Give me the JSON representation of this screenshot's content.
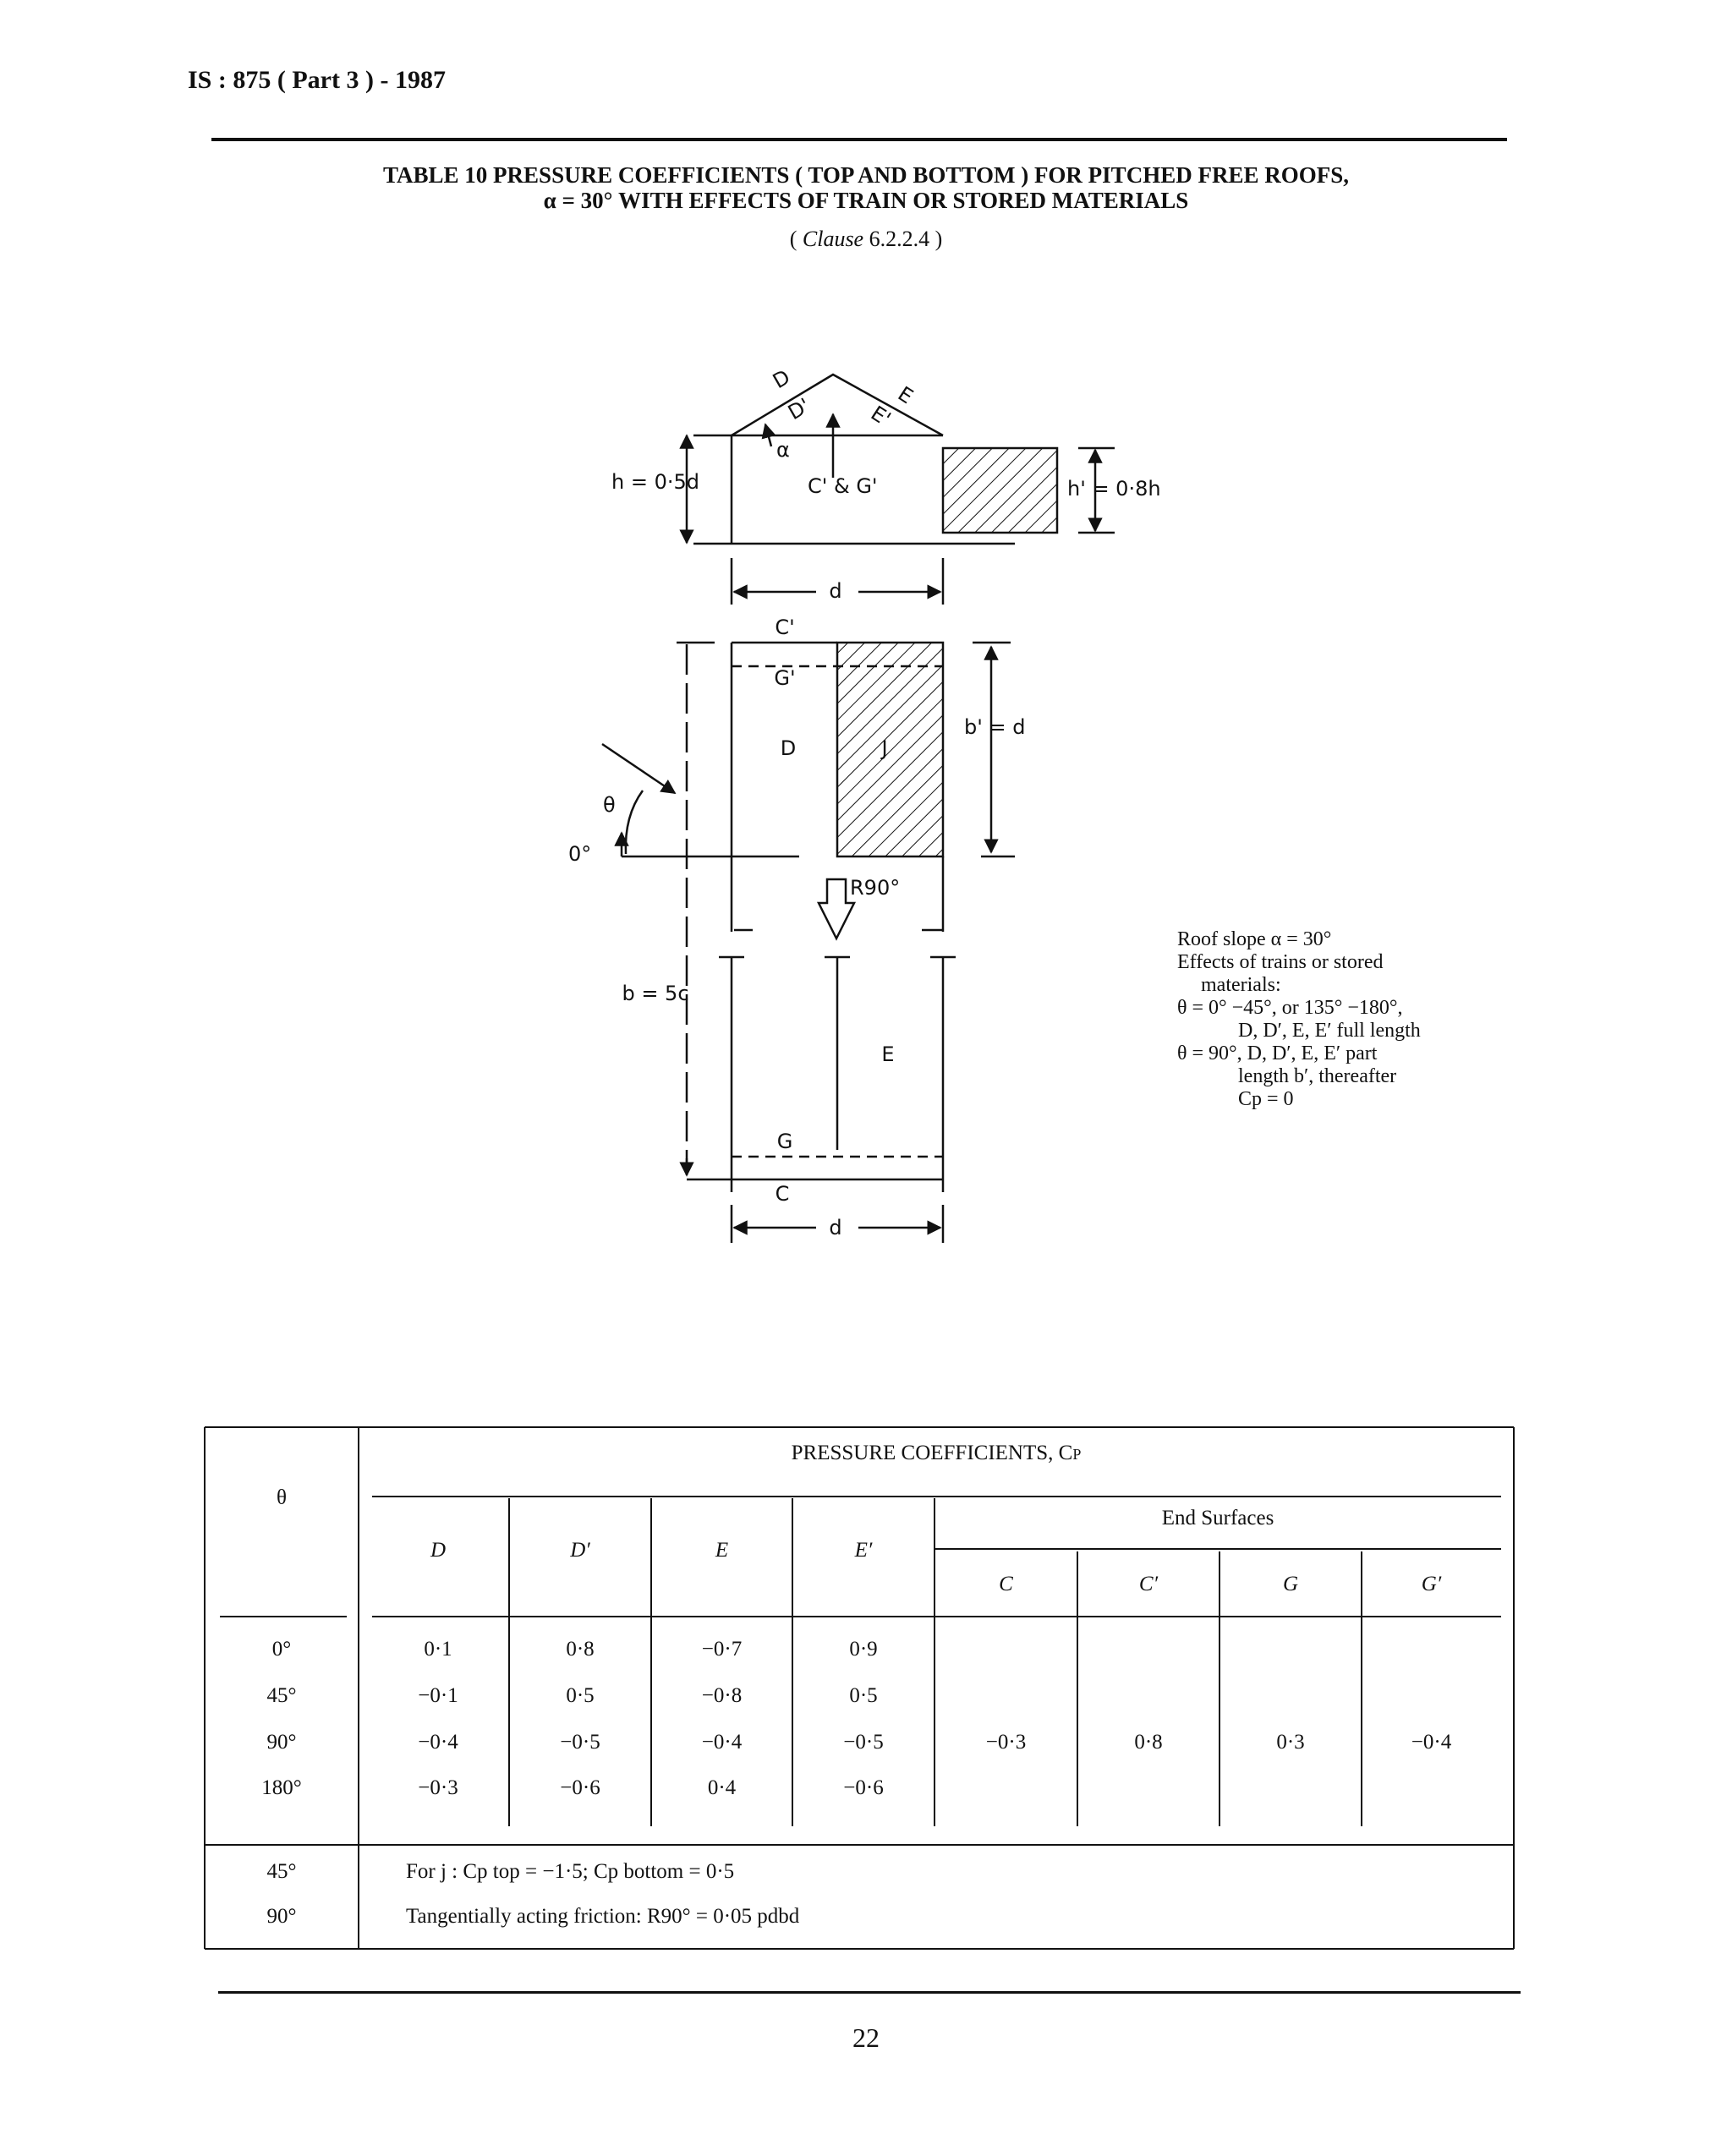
{
  "header": {
    "standard_ref": "IS : 875 ( Part 3 ) - 1987"
  },
  "title": {
    "line1": "TABLE 10  PRESSURE COEFFICIENTS ( TOP AND BOTTOM ) FOR PITCHED FREE ROOFS,",
    "line2": "α = 30° WITH EFFECTS OF TRAIN OR STORED MATERIALS",
    "clause_word": "Clause",
    "clause_number": "6.2.2.4"
  },
  "figure": {
    "labels": {
      "D": "D",
      "D_prime": "D'",
      "E": "E",
      "E_prime": "E'",
      "alpha": "α",
      "C_and_G": "C' & G'",
      "h": "h = 0·5d",
      "h_prime": "h' = 0·8h",
      "d": "d",
      "C_prime": "C'",
      "G_prime": "G'",
      "J": "J",
      "b_prime": "b' = d",
      "theta": "θ",
      "zero": "0°",
      "R90": "R90°",
      "b": "b = 5c",
      "G": "G",
      "C": "C"
    }
  },
  "notes": [
    "Roof slope α = 30°",
    "Effects  of  trains  or  stored",
    "materials:",
    "θ = 0° −45°,  or  135° −180°,",
    "D, D′, E, E′ full length",
    "θ = 90°,  D,  D′,  E,  E′  part",
    "length   b′,   thereafter",
    "Cp = 0"
  ],
  "table": {
    "theta_header": "θ",
    "group_header": "PRESSURE COEFFICIENTS, Cp",
    "end_surfaces_header": "End Surfaces",
    "columns": [
      "D",
      "D′",
      "E",
      "E′",
      "C",
      "C′",
      "G",
      "G′"
    ],
    "rows": [
      {
        "theta": "0°",
        "values": [
          "0·1",
          "0·8",
          "−0·7",
          "0·9"
        ]
      },
      {
        "theta": "45°",
        "values": [
          "−0·1",
          "0·5",
          "−0·8",
          "0·5"
        ]
      },
      {
        "theta": "90°",
        "values": [
          "−0·4",
          "−0·5",
          "−0·4",
          "−0·5"
        ]
      },
      {
        "theta": "180°",
        "values": [
          "−0·3",
          "−0·6",
          "0·4",
          "−0·6"
        ]
      }
    ],
    "end_surface_values": [
      "−0·3",
      "0·8",
      "0·3",
      "−0·4"
    ],
    "footer_rows": [
      {
        "theta": "45°",
        "text": "For j : Cp top = −1·5; Cp bottom = 0·5"
      },
      {
        "theta": "90°",
        "text": "Tangentially acting friction: R90° = 0·05 pdbd"
      }
    ]
  },
  "page_number": "22"
}
